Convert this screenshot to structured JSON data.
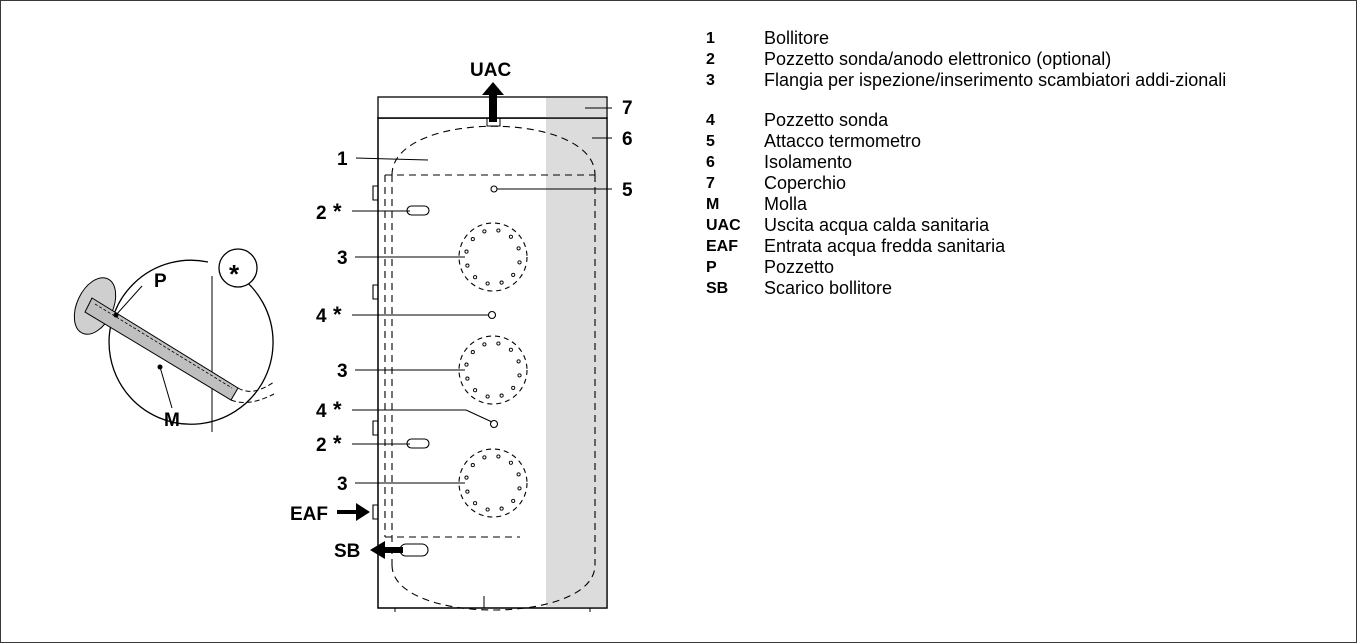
{
  "labels": {
    "uac": "UAC",
    "eaf": "EAF",
    "sb": "SB",
    "n1": "1",
    "n2a": "2",
    "n2b": "2",
    "n3a": "3",
    "n3b": "3",
    "n3c": "3",
    "n4a": "4",
    "n4b": "4",
    "n5": "5",
    "n6": "6",
    "n7": "7",
    "star": "*",
    "detail_p": "P",
    "detail_m": "M",
    "detail_star": "*"
  },
  "legend": [
    {
      "key": "1",
      "desc": "Bollitore"
    },
    {
      "key": "2",
      "desc": "Pozzetto sonda/anodo elettronico (optional)"
    },
    {
      "key": "3",
      "desc": "Flangia per ispezione/inserimento scambiatori addi-zionali"
    },
    {
      "key": "4",
      "desc": "Pozzetto sonda"
    },
    {
      "key": "5",
      "desc": "Attacco termometro"
    },
    {
      "key": "6",
      "desc": "Isolamento"
    },
    {
      "key": "7",
      "desc": "Coperchio"
    },
    {
      "key": "M",
      "desc": "Molla"
    },
    {
      "key": "UAC",
      "desc": "Uscita acqua calda sanitaria"
    },
    {
      "key": "EAF",
      "desc": "Entrata acqua fredda sanitaria"
    },
    {
      "key": "P",
      "desc": "Pozzetto"
    },
    {
      "key": "SB",
      "desc": "Scarico bollitore"
    }
  ],
  "colors": {
    "insulation": "#dcdcdc",
    "line": "#000000",
    "detail_fill": "#cfcfcf"
  }
}
